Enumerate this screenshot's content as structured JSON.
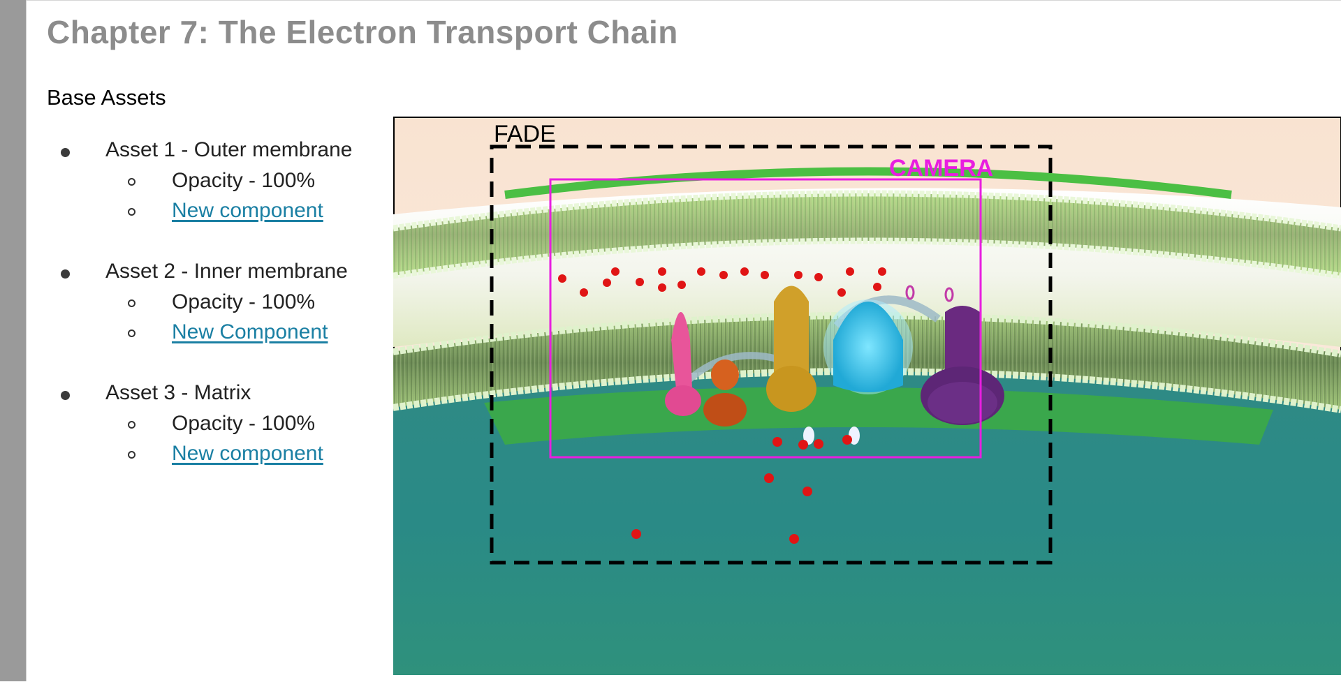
{
  "document": {
    "chapter_title": "Chapter 7: The Electron Transport Chain",
    "section_heading": "Base Assets"
  },
  "assets": [
    {
      "title": "Asset 1 - Outer membrane",
      "opacity_label": "Opacity -  100%",
      "link_label": "New component"
    },
    {
      "title": "Asset 2 - Inner membrane",
      "opacity_label": "Opacity -  100%",
      "link_label": "New Component"
    },
    {
      "title": "Asset 3 - Matrix",
      "opacity_label": "Opacity -  100%",
      "link_label": "New component"
    }
  ],
  "figure": {
    "fade_label": "FADE",
    "camera_label": "CAMERA",
    "fade_color": "#000000",
    "camera_color": "#e81ee0",
    "protein_complexes": [
      {
        "name": "complex-1",
        "color": "#e8559a"
      },
      {
        "name": "complex-2",
        "color": "#c8501b"
      },
      {
        "name": "complex-3",
        "color": "#d2a22a"
      },
      {
        "name": "complex-4",
        "color": "#38c3ec"
      },
      {
        "name": "complex-5",
        "color": "#6a2a80"
      }
    ]
  },
  "colors": {
    "title": "#8c8c8c",
    "link": "#1a7fa3",
    "left_gutter": "#9a9a9a",
    "intermembrane_space": "#fae6d6",
    "matrix": "#2c8e8a",
    "membrane_green": "#7fc76a",
    "proton_red": "#e01515"
  }
}
